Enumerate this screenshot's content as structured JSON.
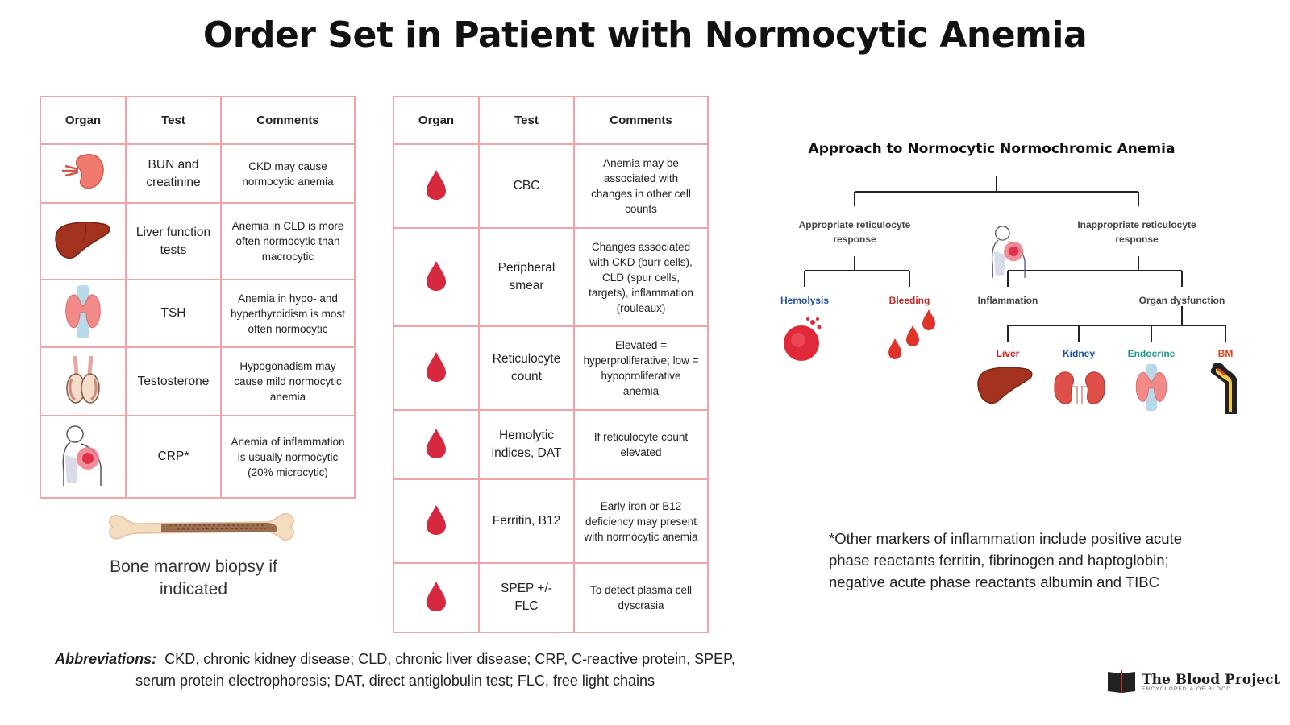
{
  "title": "Order Set in Patient with Normocytic Anemia",
  "table_headers": {
    "organ": "Organ",
    "test": "Test",
    "comments": "Comments"
  },
  "left_table": [
    {
      "icon": "kidney-icon",
      "test": "BUN and creatinine",
      "comment": "CKD may cause normocytic anemia"
    },
    {
      "icon": "liver-icon",
      "test": "Liver function tests",
      "comment": "Anemia in CLD is more often normocytic than macrocytic"
    },
    {
      "icon": "thyroid-icon",
      "test": "TSH",
      "comment": "Anemia in hypo- and hyperthyroidism is most often normocytic"
    },
    {
      "icon": "testes-icon",
      "test": "Testosterone",
      "comment": "Hypogonadism may cause mild normocytic anemia"
    },
    {
      "icon": "inflamed-person-icon",
      "test": "CRP*",
      "comment": "Anemia of inflammation is usually normocytic (20% microcytic)"
    }
  ],
  "right_table": [
    {
      "icon": "blood-drop-icon",
      "test": "CBC",
      "comment": "Anemia may be associated with changes in other cell counts"
    },
    {
      "icon": "blood-drop-icon",
      "test": "Peripheral smear",
      "comment": "Changes associated with CKD (burr cells), CLD (spur cells, targets), inflammation (rouleaux)"
    },
    {
      "icon": "blood-drop-icon",
      "test": "Reticulocyte count",
      "comment": "Elevated = hyperproliferative; low = hypoproliferative anemia"
    },
    {
      "icon": "blood-drop-icon",
      "test": "Hemolytic indices, DAT",
      "comment": "If reticulocyte count elevated"
    },
    {
      "icon": "blood-drop-icon",
      "test": "Ferritin, B12",
      "comment": "Early iron or B12 deficiency may present with normocytic anemia"
    },
    {
      "icon": "blood-drop-icon",
      "test": "SPEP +/- FLC",
      "comment": "To detect plasma cell dyscrasia"
    }
  ],
  "bone_marrow_caption": "Bone marrow biopsy if indicated",
  "abbreviations": {
    "label": "Abbreviations:",
    "text": "CKD, chronic kidney disease; CLD, chronic liver disease; CRP, C-reactive protein, SPEP, serum protein electrophoresis; DAT, direct antiglobulin test; FLC, free light chains"
  },
  "tree": {
    "title": "Approach to Normocytic Normochromic Anemia",
    "appropriate": "Appropriate reticulocyte response",
    "inappropriate": "Inappropriate reticulocyte response",
    "hemolysis": "Hemolysis",
    "bleeding": "Bleeding",
    "inflammation": "Inflammation",
    "organ_dysfunction": "Organ dysfunction",
    "liver": "Liver",
    "kidney": "Kidney",
    "endocrine": "Endocrine",
    "bm": "BM"
  },
  "colors": {
    "table_border": "#f2a3a8",
    "blood": "#d6293f",
    "hemolysis": "#1f4fa3",
    "bleeding": "#c62828",
    "liver": "#d11f1f",
    "kidney": "#1f4fa3",
    "endocrine": "#1e9c8a",
    "bm": "#e0451b"
  },
  "footnote": "*Other markers of inflammation include positive acute phase reactants ferritin, fibrinogen and haptoglobin; negative acute phase reactants albumin and TIBC",
  "brand": {
    "name": "The Blood Project",
    "subtitle": "ENCYCLOPEDIA OF BLOOD"
  }
}
